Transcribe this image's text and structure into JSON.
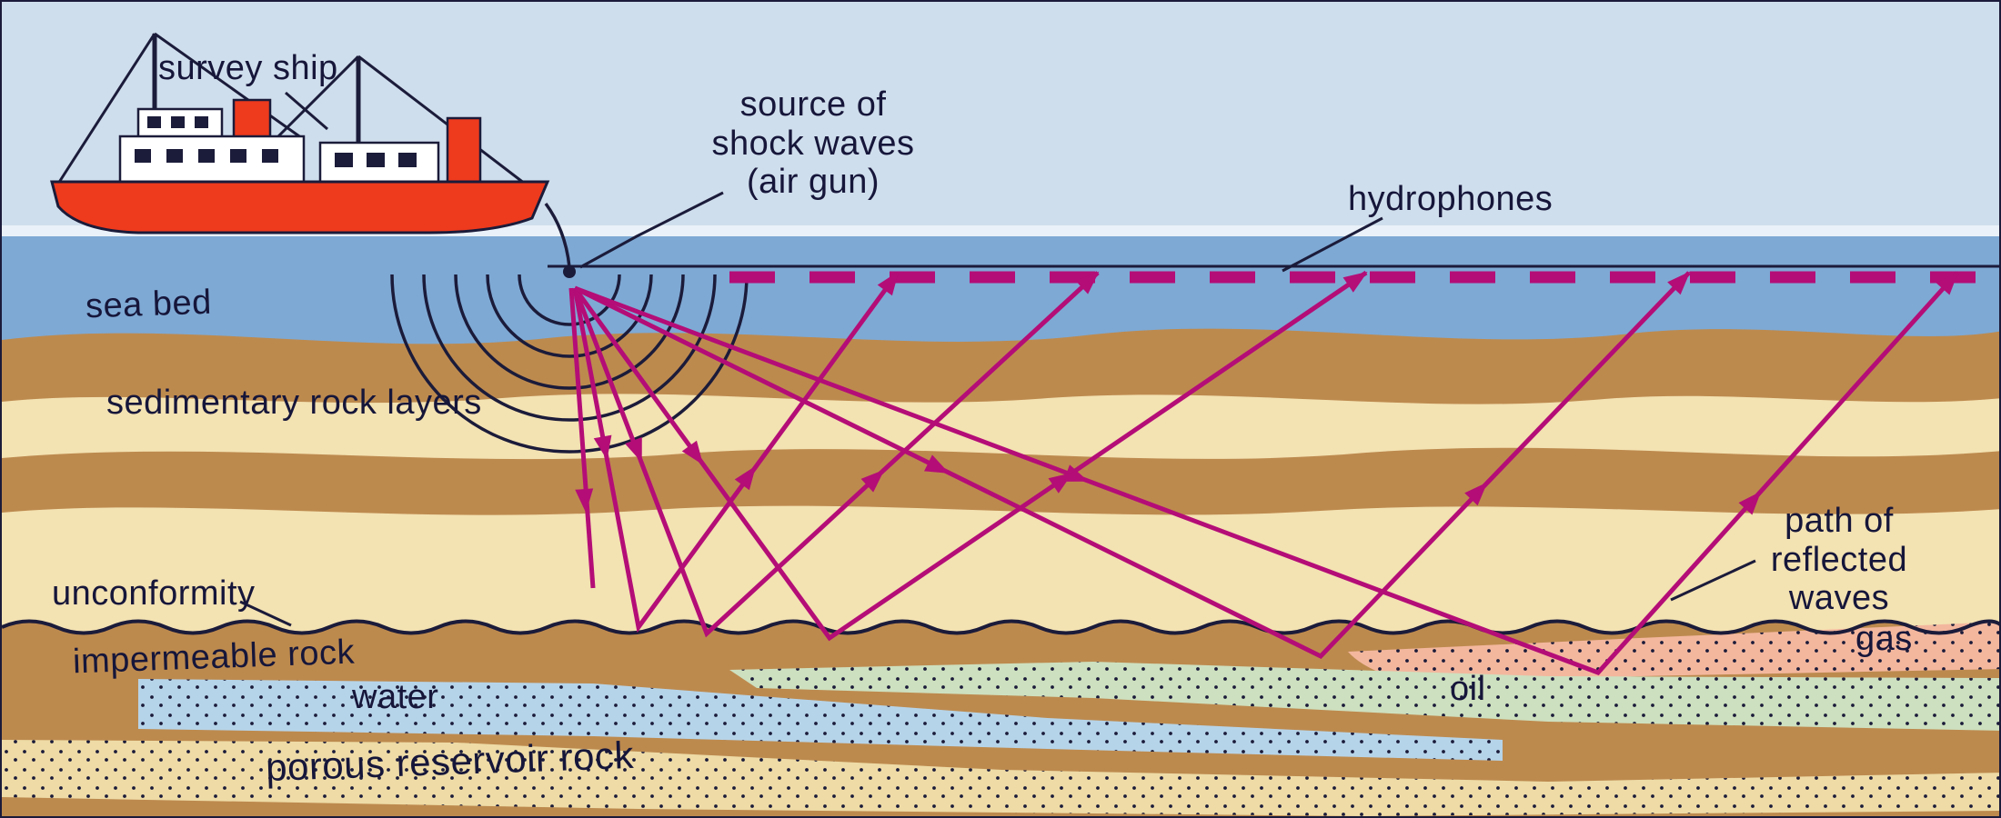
{
  "colors": {
    "sky": "#cfdeec",
    "sea": "#7ea9d4",
    "surface": "#eaf1f8",
    "sand": "#f3e2b2",
    "brown": "#bd8a4e",
    "outline": "#1b1b3a",
    "magenta": "#b40d77",
    "ship_red": "#ee3a1d",
    "ship_white": "#ffffff",
    "oil_green": "#cde0bf",
    "gas_pink": "#f3b79e",
    "water_blue": "#b6d4e9",
    "porous_tan": "#eedba6",
    "label": "#16163a"
  },
  "labels": {
    "survey_ship": "survey ship",
    "shock_source": "source of\nshock waves\n(air gun)",
    "hydrophones": "hydrophones",
    "sea_bed": "sea bed",
    "sedimentary": "sedimentary rock layers",
    "unconformity": "unconformity",
    "impermeable": "impermeable rock",
    "water": "water",
    "porous": "porous reservoir rock",
    "oil": "oil",
    "gas": "gas",
    "reflected_path": "path of\nreflected\nwaves"
  }
}
